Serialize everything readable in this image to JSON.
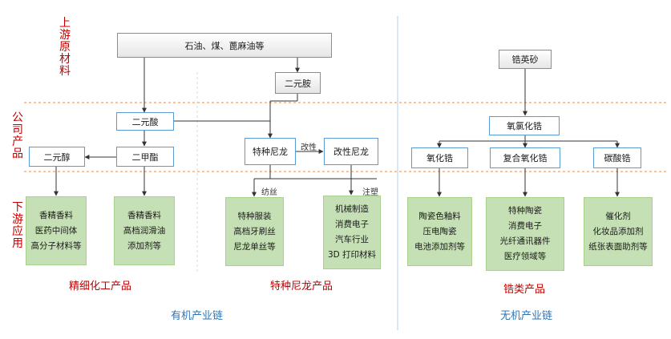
{
  "layers": {
    "upstream": "上游原材料",
    "company": "公司产品",
    "downstream": "下游应用"
  },
  "nodes": {
    "raw_materials": "石油、煤、蓖麻油等",
    "diamine": "二元胺",
    "diacid": "二元酸",
    "dimethyl_ester": "二甲酯",
    "diol": "二元醇",
    "special_nylon": "特种尼龙",
    "modified_nylon": "改性尼龙",
    "zircon_sand": "锆英砂",
    "zirconium_oxychloride": "氧氯化锆",
    "zirconia": "氧化锆",
    "composite_zirconia": "复合氧化锆",
    "zirconium_carbonate": "碳酸锆"
  },
  "edge_labels": {
    "modify": "改性",
    "spinning": "纺丝",
    "injection": "注塑"
  },
  "applications": {
    "diol_apps": [
      "香精香料",
      "医药中间体",
      "高分子材料等"
    ],
    "ester_apps": [
      "香精香料",
      "高档润滑油",
      "添加剂等"
    ],
    "nylon_spin_apps": [
      "特种服装",
      "高档牙刷丝",
      "尼龙单丝等"
    ],
    "nylon_inject_apps": [
      "机械制造",
      "消费电子",
      "汽车行业",
      "3D 打印材料"
    ],
    "zirconia_apps": [
      "陶瓷色釉料",
      "压电陶瓷",
      "电池添加剂等"
    ],
    "composite_apps": [
      "特种陶瓷",
      "消费电子",
      "光纤通讯器件",
      "医疗领域等"
    ],
    "carbonate_apps": [
      "催化剂",
      "化妆品添加剂",
      "纸张表面助剂等"
    ]
  },
  "categories": {
    "fine_chem": "精细化工产品",
    "special_nylon": "特种尼龙产品",
    "zirconium": "锆类产品"
  },
  "chains": {
    "organic": "有机产业链",
    "inorganic": "无机产业链"
  },
  "colors": {
    "label_red": "#c00000",
    "chain_blue": "#2e75b6",
    "box_border_blue": "#5b9bd5",
    "app_green": "#c5e0b4",
    "separator_orange": "#f4b183"
  }
}
